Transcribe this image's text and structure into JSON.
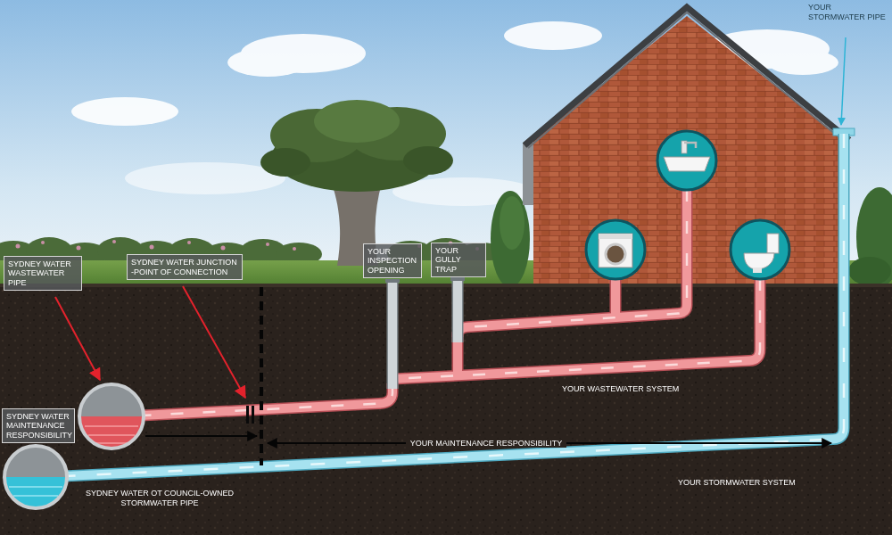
{
  "diagram": {
    "nodes": [
      {
        "text": [
          "SYDNEY WATER WASTEWATER PIPE"
        ]
      },
      {
        "text": [
          "SYDNEY WATER JUNCTION -POINT OF CONNECTION"
        ]
      },
      {
        "text": [
          "YOUR INSPECTION OPENING"
        ]
      },
      {
        "text": [
          "YOUR GULLY TRAP"
        ]
      },
      {
        "text": [
          "SYDNEY WATER MAINTENANCE RESPONSIBILITY"
        ]
      }
    ],
    "labels": [
      "YOUR STORMWATER PIPE",
      "YOUR WASTEWATER SYSTEM",
      "YOUR MAINTENANCE RESPONSIBILITY",
      "YOUR STORMWATER SYSTEM",
      "SYDNEY WATER OT COUNCIL-OWNED STORMWATER PIPE"
    ]
  }
}
